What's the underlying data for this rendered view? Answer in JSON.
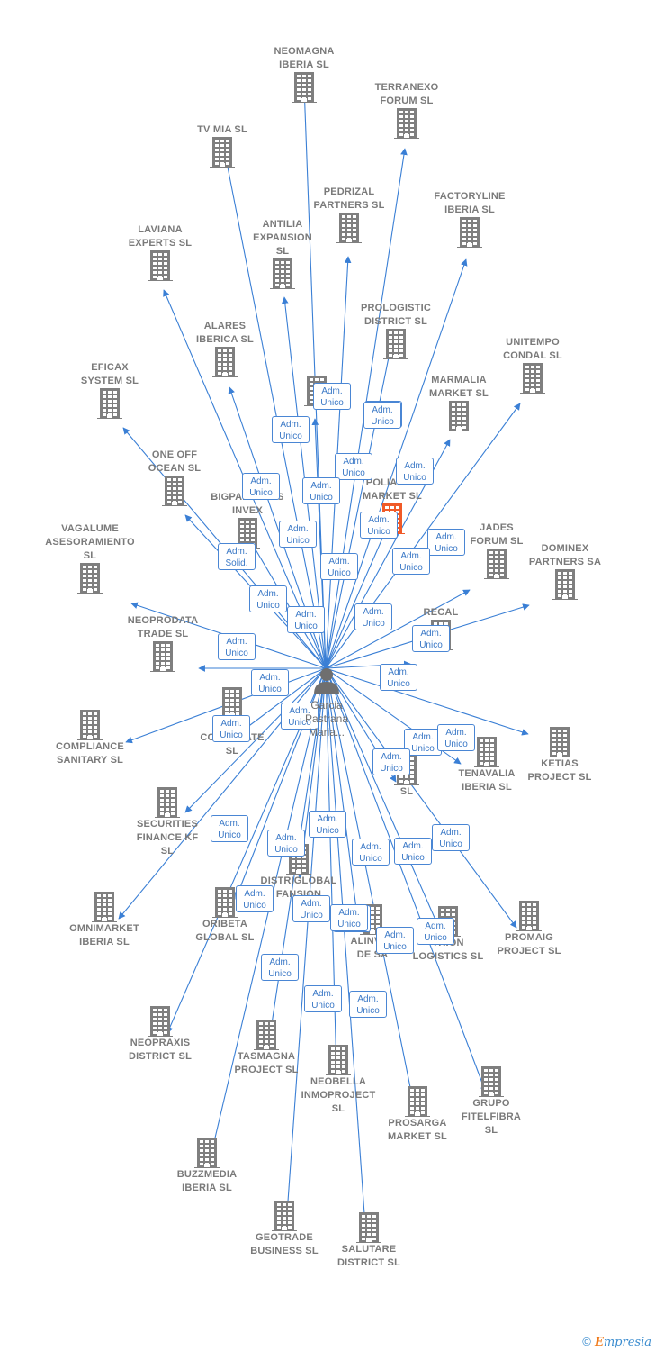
{
  "person": {
    "name": "Garcia\nPastrana\nMaria..."
  },
  "brand": {
    "copyright": "©",
    "name_first": "E",
    "name_rest": "mpresia"
  },
  "colors": {
    "line": "#3a7fd5",
    "building": "#7f7f7f",
    "highlight": "#f05a28"
  },
  "companies": [
    {
      "label": "NEOMAGNA\nIBERIA  SL"
    },
    {
      "label": "TERRANEXO\nFORUM  SL"
    },
    {
      "label": "TV MIA  SL"
    },
    {
      "label": "PEDRIZAL\nPARTNERS  SL"
    },
    {
      "label": "FACTORYLINE\nIBERIA  SL"
    },
    {
      "label": "LAVIANA\nEXPERTS  SL"
    },
    {
      "label": "ANTILIA\nEXPANSION\nSL"
    },
    {
      "label": "PROLOGISTIC\nDISTRICT  SL"
    },
    {
      "label": "ALARES\nIBERICA  SL"
    },
    {
      "label": "UNITEMPO\nCONDAL  SL"
    },
    {
      "label": "EFICAX\nSYSTEM SL"
    },
    {
      "label": "MARMALIA\nMARKET  SL"
    },
    {
      "label": ""
    },
    {
      "label": "ONE OFF\nOCEAN  SL"
    },
    {
      "label": "POLIANAX\nMARKET  SL",
      "highlight": true
    },
    {
      "label": "BIGPARTNERS\nINVEX"
    },
    {
      "label": "JADES\nFORUM  SL"
    },
    {
      "label": "DOMINEX\nPARTNERS SA"
    },
    {
      "label": "VAGALUME\nASESORAMIENTO\nSL"
    },
    {
      "label": "NEOPRODATA\nTRADE  SL"
    },
    {
      "label": "RECAL"
    },
    {
      "label": "COMPLIANCE\nSANITARY  SL"
    },
    {
      "label": "BO\nCORPORATE\nSL"
    },
    {
      "label": "TENAVALIA\nIBERIA  SL"
    },
    {
      "label": "KETIAS\nPROJECT  SL"
    },
    {
      "label": "SL"
    },
    {
      "label": "SECURITIES\nFINANCE KF\nSL"
    },
    {
      "label": "OMNIMARKET\nIBERIA  SL"
    },
    {
      "label": "ORIBETA\nGLOBAL  SL"
    },
    {
      "label": "DISTRIGLOBAL\nFANSION\nSL"
    },
    {
      "label": "ALINVEX\nDE SA"
    },
    {
      "label": "TRION\nLOGISTICS  SL"
    },
    {
      "label": "PROMAIG\nPROJECT  SL"
    },
    {
      "label": "NEOPRAXIS\nDISTRICT  SL"
    },
    {
      "label": "TASMAGNA\nPROJECT  SL"
    },
    {
      "label": "NEOBELLA\nINMOPROJECT\nSL"
    },
    {
      "label": "GRUPO\nFITELFIBRA\nSL"
    },
    {
      "label": "PROSARGA\nMARKET  SL"
    },
    {
      "label": "BUZZMEDIA\nIBERIA  SL"
    },
    {
      "label": "GEOTRADE\nBUSINESS  SL"
    },
    {
      "label": "SALUTARE\nDISTRICT  SL"
    }
  ],
  "relations": [
    "Adm.\nUnico",
    "Adm.\nUnico",
    "Adm.\nUnico",
    "Adm.\nUnico",
    "Adm.\nUnico",
    "Adm.\nUnico",
    "Adm.\nUnico",
    "Adm.\nUnico",
    "Adm.\nUnico",
    "Adm.\nUnico",
    "Adm.\nSolid.",
    "Adm.\nUnico",
    "Adm.\nUnico",
    "Adm.\nUnico",
    "Adm.\nUnico",
    "Adm.\nUnico",
    "Adm.\nUnico",
    "Adm.\nUnico",
    "Adm.\nUnico",
    "Adm.\nUnico",
    "Adm.\nUnico",
    "Adm.\nUnico",
    "Adm.\nUnico",
    "Adm.\nUnico",
    "Adm.\nUnico",
    "Adm.\nUnico",
    "Adm.\nUnico",
    "Adm.\nUnico",
    "Adm.\nUnico",
    "Adm.\nUnico",
    "Adm.\nUnico",
    "Adm.\nUnico",
    "Adm.\nUnico",
    "Adm.\nUnico",
    "Adm.\nUnico",
    "Adm.\nUnico",
    "Adm.\nUnico",
    "Adm.\nUnico",
    "Adm.\nUnico",
    "Adm.\nUnico",
    "Adm.\nUnico"
  ]
}
